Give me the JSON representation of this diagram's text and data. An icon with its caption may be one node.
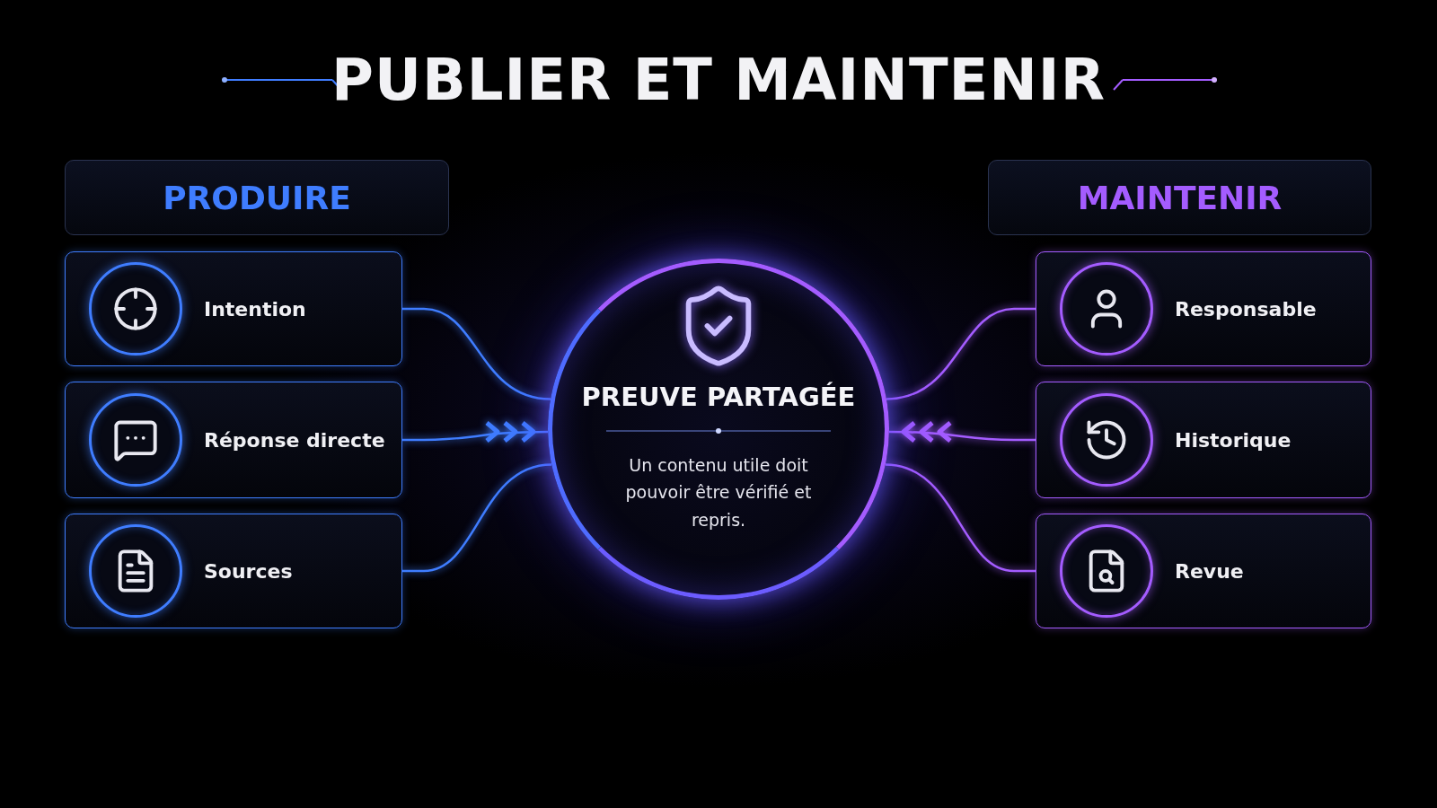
{
  "diagram": {
    "title": "PUBLIER ET MAINTENIR",
    "nodes": [
      {
        "text": [
          "PRODUIRE"
        ]
      },
      {
        "text": [
          "Intention"
        ]
      },
      {
        "text": [
          "Réponse directe"
        ]
      },
      {
        "text": [
          "Sources"
        ]
      },
      {
        "text": [
          "PREUVE PARTAGÉE",
          "Un contenu utile doit pouvoir être vérifié et repris."
        ]
      },
      {
        "text": [
          "MAINTENIR"
        ]
      },
      {
        "text": [
          "Responsable"
        ]
      },
      {
        "text": [
          "Historique"
        ]
      },
      {
        "text": [
          "Revue"
        ]
      }
    ],
    "edges": [
      {
        "from": 1,
        "to": 4,
        "arrow": "none",
        "color": "#3f7dff"
      },
      {
        "from": 2,
        "to": 4,
        "arrow": "to",
        "color": "#3f7dff"
      },
      {
        "from": 3,
        "to": 4,
        "arrow": "none",
        "color": "#3f7dff"
      },
      {
        "from": 6,
        "to": 4,
        "arrow": "none",
        "color": "#a45cff"
      },
      {
        "from": 7,
        "to": 4,
        "arrow": "to",
        "color": "#a45cff"
      },
      {
        "from": 8,
        "to": 4,
        "arrow": "none",
        "color": "#a45cff"
      }
    ]
  }
}
